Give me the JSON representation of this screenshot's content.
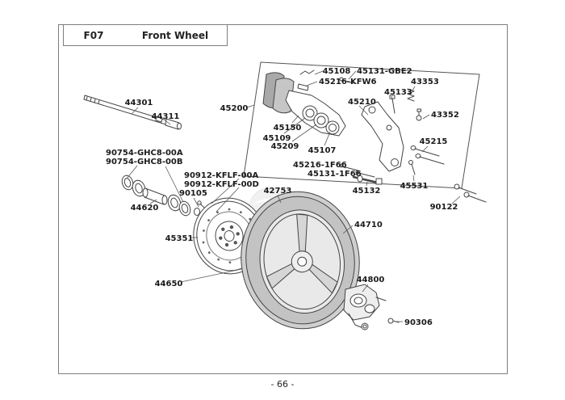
{
  "header": {
    "code": "F07",
    "title": "Front Wheel"
  },
  "footer": {
    "page": "- 66 -"
  },
  "watermark": {
    "icon": "cmsnl-logo-watermark"
  },
  "diagram": {
    "labels": [
      {
        "part": "44301"
      },
      {
        "part": "44311"
      },
      {
        "part": "45200"
      },
      {
        "part": "45108"
      },
      {
        "part": "45216-KFW6"
      },
      {
        "part": "45131-GBE2"
      },
      {
        "part": "43353"
      },
      {
        "part": "45133"
      },
      {
        "part": "45210"
      },
      {
        "part": "43352"
      },
      {
        "part": "45150"
      },
      {
        "part": "45109"
      },
      {
        "part": "45209"
      },
      {
        "part": "45107"
      },
      {
        "part": "45215"
      },
      {
        "part": "90754-GHC8-00A"
      },
      {
        "part": "90754-GHC8-00B"
      },
      {
        "part": "45216-1F66"
      },
      {
        "part": "45131-1F66"
      },
      {
        "part": "90912-KFLF-00A"
      },
      {
        "part": "90912-KFLF-00D"
      },
      {
        "part": "90105"
      },
      {
        "part": "42753"
      },
      {
        "part": "45132"
      },
      {
        "part": "45531"
      },
      {
        "part": "90122"
      },
      {
        "part": "44620"
      },
      {
        "part": "44710"
      },
      {
        "part": "45351"
      },
      {
        "part": "44650"
      },
      {
        "part": "44800"
      },
      {
        "part": "90306"
      }
    ]
  }
}
